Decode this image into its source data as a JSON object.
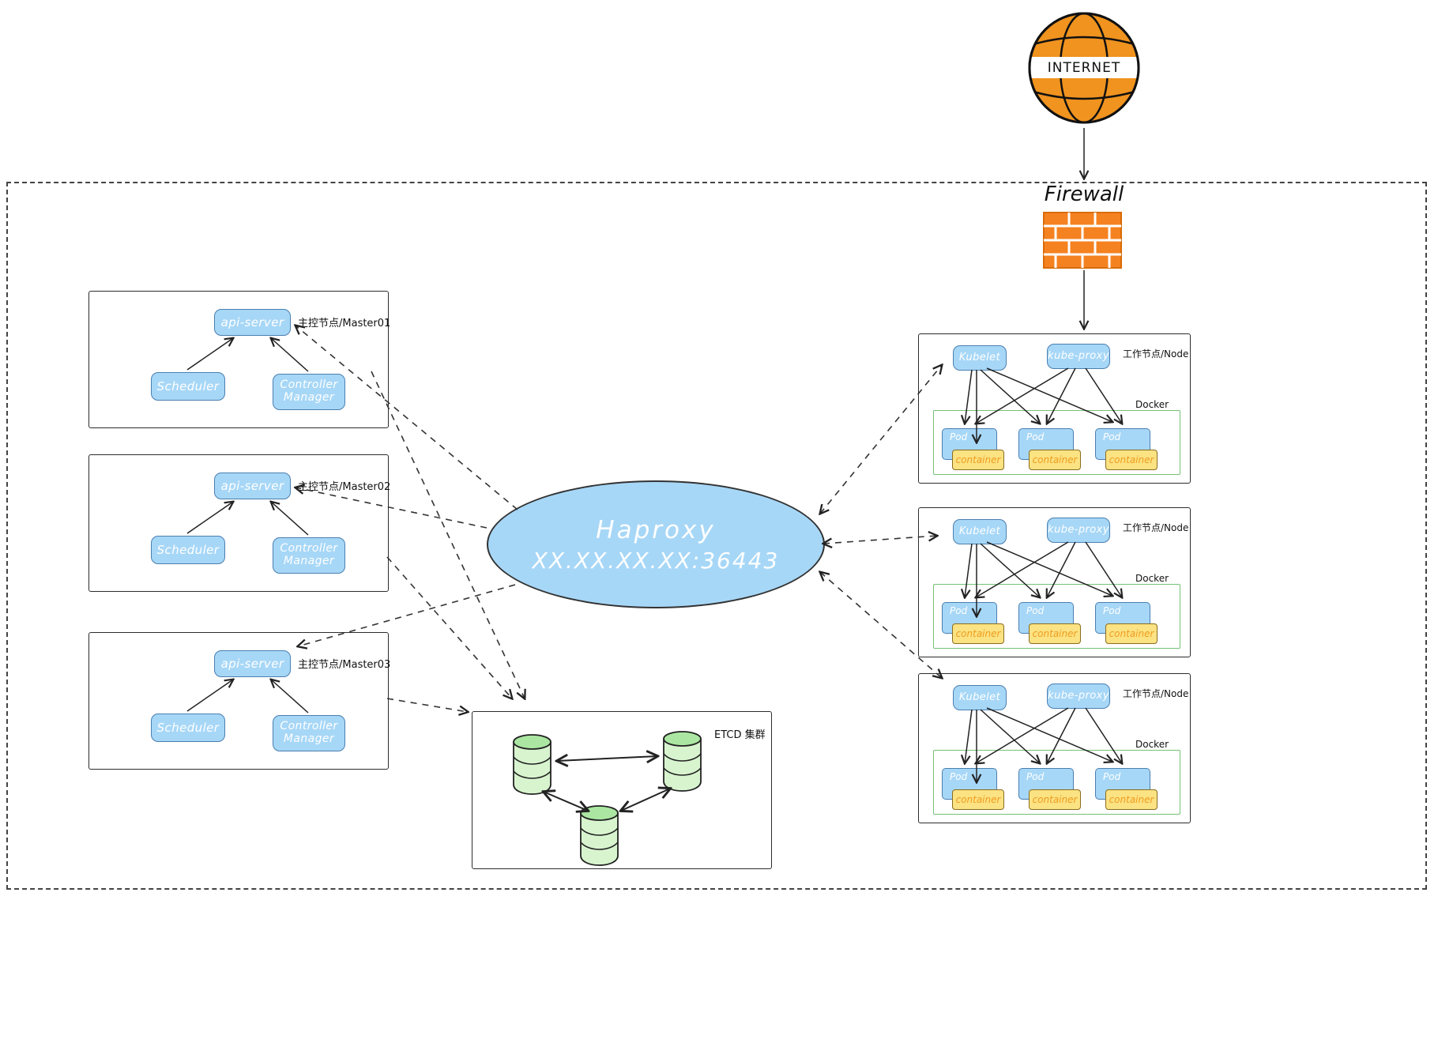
{
  "internet": {
    "label": "INTERNET"
  },
  "firewall": {
    "label": "Firewall"
  },
  "haproxy": {
    "name": "Haproxy",
    "address": "XX.XX.XX.XX:36443"
  },
  "components": {
    "api_server": "api-server",
    "scheduler": "Scheduler",
    "controller_manager": "Controller Manager"
  },
  "masters": [
    {
      "title": "主控节点/Master01"
    },
    {
      "title": "主控节点/Master02"
    },
    {
      "title": "主控节点/Master03"
    }
  ],
  "etcd": {
    "title": "ETCD 集群"
  },
  "nodes": {
    "title": "工作节点/Node",
    "kubelet": "Kubelet",
    "kube_proxy": "kube-proxy",
    "docker": "Docker",
    "pod": "Pod",
    "container": "container"
  },
  "colors": {
    "component_blue": "#a7d7f7",
    "container_yellow": "#fbe282",
    "etcd_green": "#d8f4cf",
    "internet_orange": "#f0931f",
    "firewall_orange": "#f58220",
    "docker_border_green": "#74c276"
  }
}
